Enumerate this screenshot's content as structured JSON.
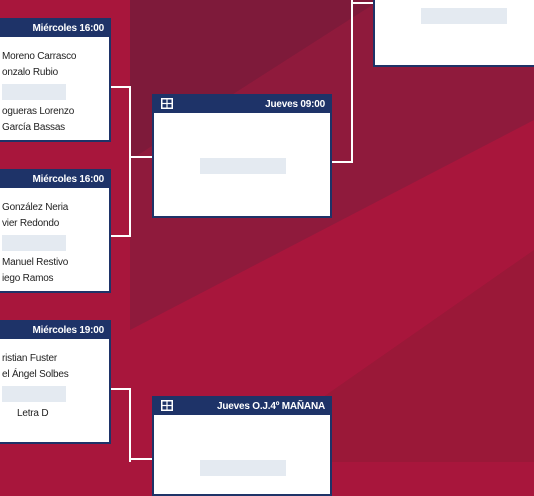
{
  "colors": {
    "background": "#a8163c",
    "card_header": "#1e3368",
    "placeholder": "#e4eaf1"
  },
  "matches": [
    {
      "time": "Miércoles 16:00",
      "team1": [
        "Moreno Carrasco",
        "onzalo Rubio"
      ],
      "team2": [
        "ogueras Lorenzo",
        "García Bassas"
      ]
    },
    {
      "time": "Miércoles 16:00",
      "team1": [
        "González Neria",
        "vier Redondo"
      ],
      "team2": [
        "Manuel Restivo",
        "iego Ramos"
      ]
    },
    {
      "time": "Miércoles 19:00",
      "team1": [
        "ristian Fuster",
        "el Ángel Solbes"
      ],
      "team2": [
        "Letra D"
      ]
    }
  ],
  "next_matches": [
    {
      "time": "Jueves 09:00",
      "icon": "calendar-icon"
    },
    {
      "time": "Jueves O.J.4º MAÑANA",
      "icon": "calendar-icon"
    }
  ]
}
